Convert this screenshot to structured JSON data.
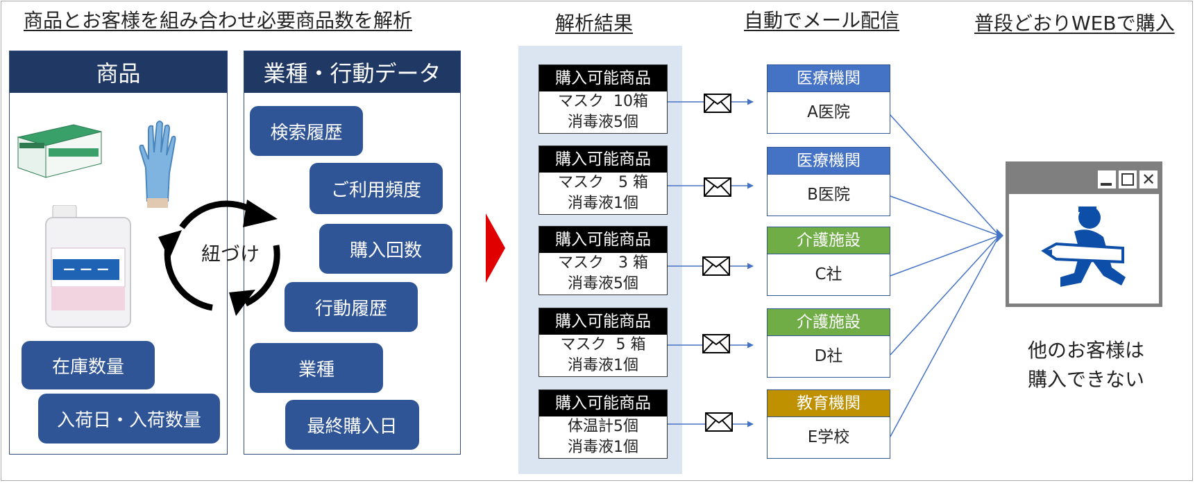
{
  "headings": {
    "main": "商品とお客様を組み合わせ必要商品数を解析",
    "results": "解析結果",
    "mail": "自動でメール配信",
    "web": "普段どおりWEBで購入"
  },
  "product_panel": {
    "title": "商品",
    "pills": [
      "在庫数量",
      "入荷日・入荷数量"
    ]
  },
  "behavior_panel": {
    "title": "業種・行動データ",
    "pills": [
      "検索履歴",
      "ご利用頻度",
      "購入回数",
      "行動履歴",
      "業種",
      "最終購入日"
    ]
  },
  "cycle_label": "紐づけ",
  "results": [
    {
      "header": "購入可能商品",
      "line1": "マスク  10箱",
      "line2": "消毒液5個"
    },
    {
      "header": "購入可能商品",
      "line1": "マスク   5 箱",
      "line2": "消毒液1個"
    },
    {
      "header": "購入可能商品",
      "line1": "マスク   3 箱",
      "line2": "消毒液5個"
    },
    {
      "header": "購入可能商品",
      "line1": "マスク  5 箱",
      "line2": "消毒液1個"
    },
    {
      "header": "購入可能商品",
      "line1": "体温計5個",
      "line2": "消毒液1個"
    }
  ],
  "customers": [
    {
      "category": "医療機関",
      "name": "A医院",
      "color": "#4472c4"
    },
    {
      "category": "医療機関",
      "name": "B医院",
      "color": "#4472c4"
    },
    {
      "category": "介護施設",
      "name": "C社",
      "color": "#70ad47"
    },
    {
      "category": "介護施設",
      "name": "D社",
      "color": "#70ad47"
    },
    {
      "category": "教育機関",
      "name": "E学校",
      "color": "#bf9000"
    }
  ],
  "note": {
    "line1": "他のお客様は",
    "line2": "購入できない"
  },
  "colors": {
    "navy": "#1f3864",
    "pill": "#2f5597",
    "arrow": "#e00000",
    "panel_bg": "#dbe5f1"
  }
}
